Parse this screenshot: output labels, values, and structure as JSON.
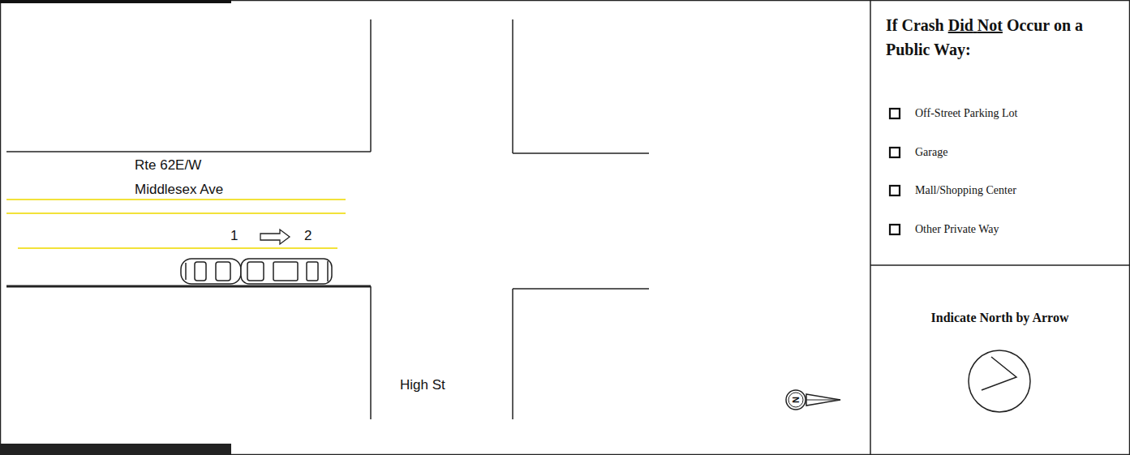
{
  "diagram": {
    "nodes": [
      {
        "text": [
          "If Crash Did Not Occur on a Public Way:"
        ]
      },
      {
        "text": [
          "Indicate North by Arrow"
        ]
      }
    ],
    "labels": [
      "Rte 62E/W",
      "Middlesex Ave",
      "1",
      "2",
      "High St",
      "N",
      "Off-Street Parking Lot",
      "Garage",
      "Mall/Shopping Center",
      "Other Private Way"
    ]
  }
}
